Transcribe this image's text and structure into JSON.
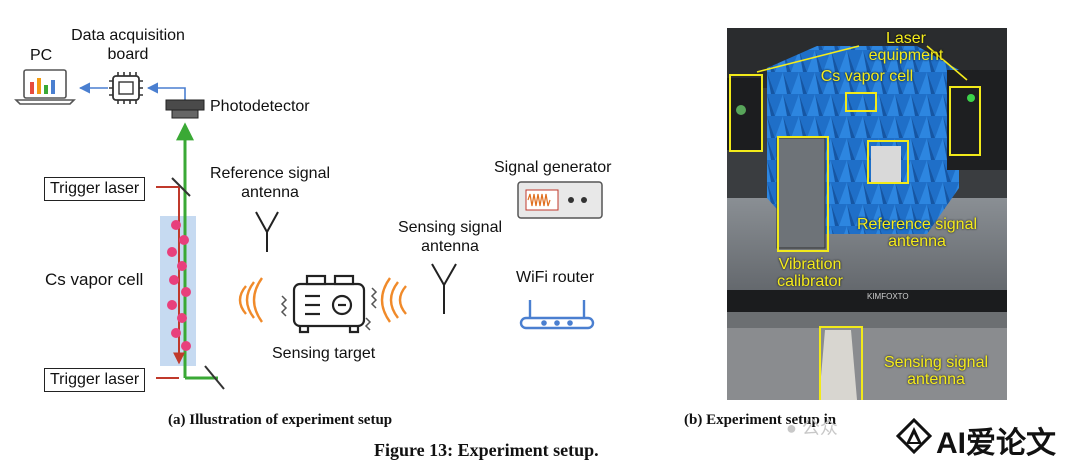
{
  "diagram": {
    "pc": "PC",
    "daq_line1": "Data acquisition",
    "daq_line2": "board",
    "photodetector": "Photodetector",
    "trigger_laser_top": "Trigger laser",
    "trigger_laser_bottom": "Trigger laser",
    "cs_vapor_cell": "Cs vapor cell",
    "reference_line1": "Reference signal",
    "reference_line2": "antenna",
    "sensing_line1": "Sensing signal",
    "sensing_line2": "antenna",
    "signal_generator": "Signal generator",
    "wifi_router": "WiFi router",
    "sensing_target": "Sensing target"
  },
  "photo": {
    "laser_line1": "Laser",
    "laser_line2": "equipment",
    "cs_vapor_cell": "Cs vapor cell",
    "reference_line1": "Reference signal",
    "reference_line2": "antenna",
    "vibration_line1": "Vibration",
    "vibration_line2": "calibrator",
    "sensing_line1": "Sensing signal",
    "sensing_line2": "antenna",
    "plate_text": "KIMFOXTO"
  },
  "captions": {
    "a": "(a) Illustration of experiment setup",
    "b": "(b) Experiment setup in",
    "figure": "Figure 13: Experiment setup."
  },
  "watermark": {
    "text": "公众",
    "logo_text": "AI爱论文"
  },
  "colors": {
    "laser_green": "#3aa935",
    "laser_red": "#c0392b",
    "wave_orange": "#f08a2a",
    "router_blue": "#4a7fd0",
    "cell_blue": "#bcd4ee",
    "atom_pink": "#e8407c",
    "label_yellow": "#f5ec1c",
    "absorber_blue": "#1f6fc8"
  }
}
